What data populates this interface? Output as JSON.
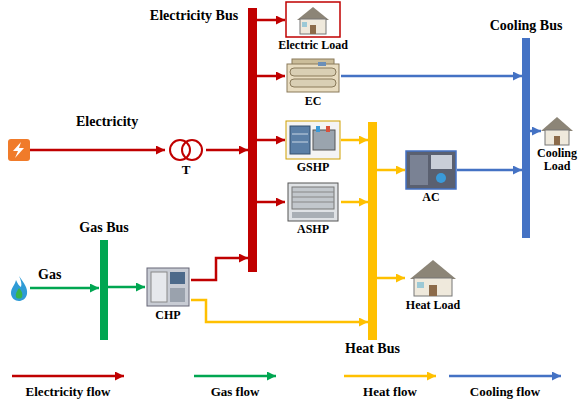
{
  "diagram": {
    "nodes": [
      {
        "text": [
          "Electricity Bus"
        ]
      },
      {
        "text": [
          "Electric Load"
        ]
      },
      {
        "text": [
          "Cooling Bus"
        ]
      },
      {
        "text": [
          "EC"
        ]
      },
      {
        "text": [
          "Cooling Load"
        ]
      },
      {
        "text": [
          "T"
        ]
      },
      {
        "text": [
          "GSHP"
        ]
      },
      {
        "text": [
          "AC"
        ]
      },
      {
        "text": [
          "ASHP"
        ]
      },
      {
        "text": [
          "Gas Bus"
        ]
      },
      {
        "text": [
          "Heat Load"
        ]
      },
      {
        "text": [
          "CHP"
        ]
      },
      {
        "text": [
          "Heat Bus"
        ]
      }
    ],
    "edges": [
      {
        "from": 5,
        "to": 0,
        "arrow": "to"
      },
      {
        "from": 0,
        "to": 1,
        "arrow": "to"
      },
      {
        "from": 0,
        "to": 3,
        "arrow": "to"
      },
      {
        "from": 0,
        "to": 6,
        "arrow": "to"
      },
      {
        "from": 0,
        "to": 8,
        "arrow": "to"
      },
      {
        "from": 9,
        "to": 11,
        "arrow": "to"
      },
      {
        "from": 11,
        "to": 0,
        "arrow": "to"
      },
      {
        "from": 11,
        "to": 12,
        "arrow": "to"
      },
      {
        "from": 3,
        "to": 2,
        "arrow": "to"
      },
      {
        "from": 6,
        "to": 12,
        "arrow": "to"
      },
      {
        "from": 8,
        "to": 12,
        "arrow": "to"
      },
      {
        "from": 12,
        "to": 7,
        "arrow": "to"
      },
      {
        "from": 12,
        "to": 10,
        "arrow": "to"
      },
      {
        "from": 7,
        "to": 2,
        "arrow": "to"
      },
      {
        "from": 2,
        "to": 4,
        "arrow": "to"
      }
    ],
    "labels": [
      "Electricity",
      "Gas"
    ],
    "legend": [
      {
        "text": "Electricity flow"
      },
      {
        "text": "Gas flow"
      },
      {
        "text": "Heat flow"
      },
      {
        "text": "Cooling flow"
      }
    ]
  }
}
